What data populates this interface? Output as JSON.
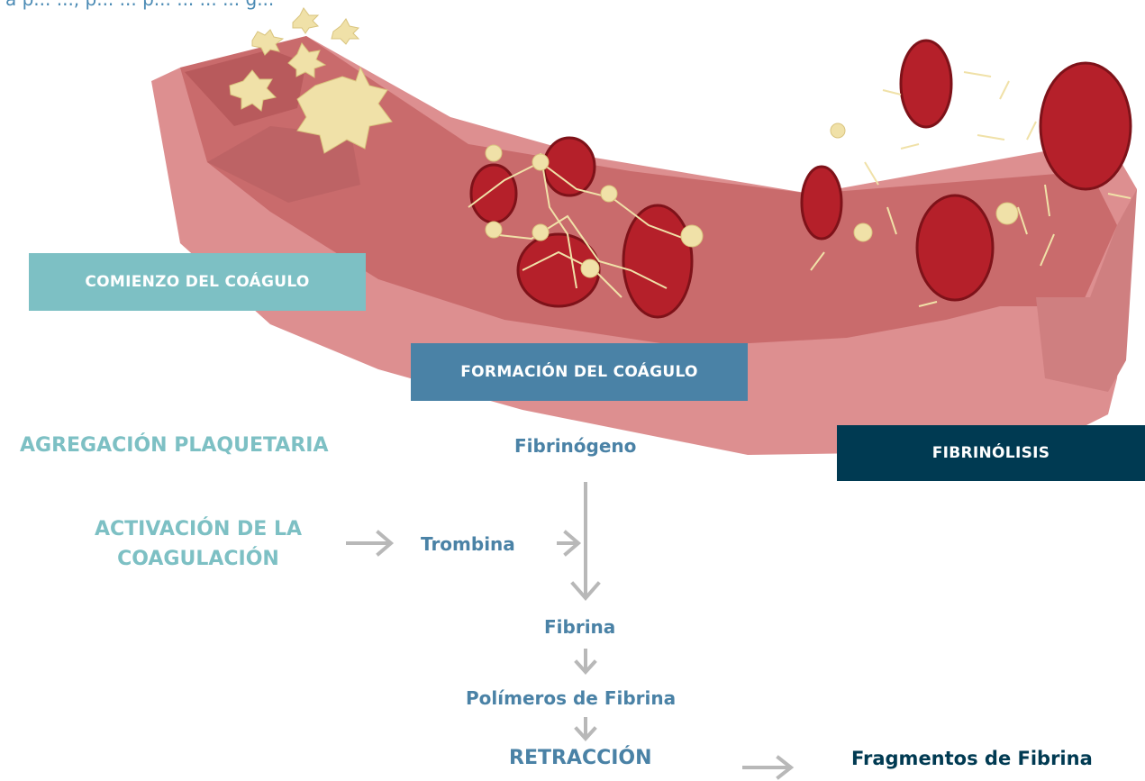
{
  "header": {
    "partial_text": "a p... ..., p... ... p... ... ... ... g..."
  },
  "stages": {
    "comienzo": "COMIENZO DEL COÁGULO",
    "formacion": "FORMACIÓN DEL COÁGULO",
    "fibrinolisis": "FIBRINÓLISIS"
  },
  "labels": {
    "agregacion": "AGREGACIÓN PLAQUETARIA",
    "activacion": "ACTIVACIÓN DE LA COAGULACIÓN",
    "fibrinogeno": "Fibrinógeno",
    "trombina": "Trombina",
    "fibrina": "Fibrina",
    "polimeros": "Polímeros de Fibrina",
    "retraccion": "RETRACCIÓN",
    "fragmentos": "Fragmentos de Fibrina"
  },
  "colors": {
    "light_teal": "#7dc0c4",
    "steel_blue": "#4a82a6",
    "navy": "#003a52",
    "arrow_gray": "#b8b8b8",
    "vessel_pink": "#d98a8c",
    "vessel_dark": "#c56868",
    "rbc_red": "#b5202a",
    "rbc_dark": "#7e1219",
    "platelet": "#f0e1a8"
  }
}
